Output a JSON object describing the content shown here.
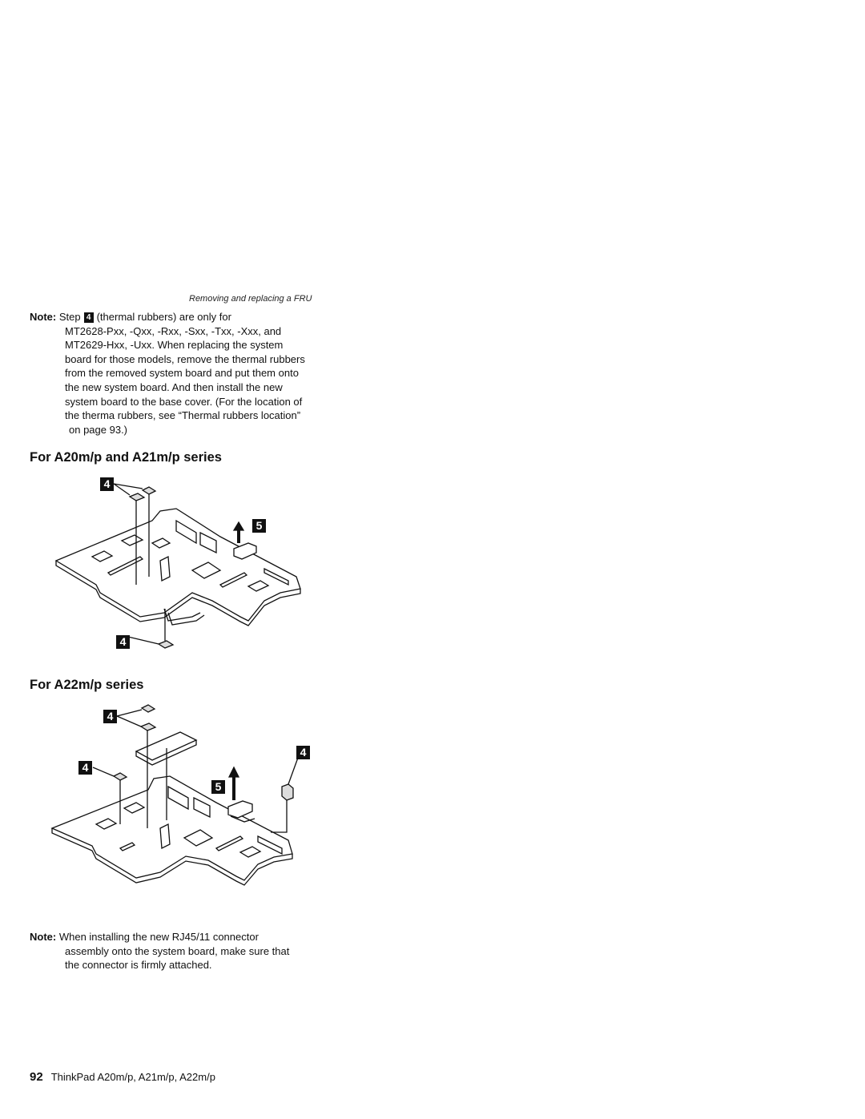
{
  "header": {
    "running_title": "Removing and replacing a FRU"
  },
  "note_top": {
    "label": "Note:",
    "step_word": "Step",
    "step_number": "4",
    "line1": "(thermal rubbers) are only for",
    "lines": [
      "MT2628-Pxx, -Qxx, -Rxx, -Sxx, -Txx, -Xxx, and",
      "MT2629-Hxx, -Uxx. When replacing the system",
      "board for those models, remove the thermal rubbers",
      "from the removed system board and put them onto",
      "the new system board. And then install the new",
      "system board to the base cover. (For the location of",
      "the therma rubbers, see “Thermal rubbers location”",
      "on page 93.)"
    ]
  },
  "section_a": {
    "heading": "For A20m/p and A21m/p series",
    "callouts": {
      "top_left": "4",
      "right": "5",
      "bottom": "4"
    }
  },
  "section_b": {
    "heading": "For A22m/p series",
    "callouts": {
      "top": "4",
      "left": "4",
      "right_top": "4",
      "middle": "5"
    }
  },
  "note_bottom": {
    "label": "Note:",
    "line1": "When installing the new RJ45/11 connector",
    "lines": [
      "assembly onto the system board, make sure that",
      "the connector is firmly attached."
    ]
  },
  "footer": {
    "page_number": "92",
    "product": "ThinkPad A20m/p, A21m/p, A22m/p"
  }
}
